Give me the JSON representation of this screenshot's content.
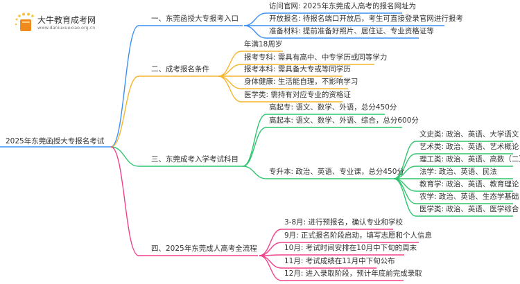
{
  "logo": {
    "title": "大牛教育成考网",
    "url": "www.daniuxuexiao.org.cn"
  },
  "root": "2025年东莞函授大专报名考试",
  "colors": {
    "b1": "#3b8ff5",
    "b2": "#f6b52b",
    "b3": "#2fc56f",
    "b4": "#f0418a"
  },
  "branches": [
    {
      "label": "一、东莞函授大专报考入口",
      "items": [
        "访问官网: 2025年东莞成人高考的报名网址为",
        "开放报名: 待报名端口开放后，考生可直接登录官网进行报考",
        "准备材料: 提前准备好照片、居住证、专业资格证等"
      ]
    },
    {
      "label": "二、成考报名条件",
      "items": [
        "年满18周岁",
        "报考专科: 需具有高中、中专学历或同等学力",
        "报考本科: 需具备大专或等同学历",
        "身体健康: 生活能自理，不影响学习",
        "医学类: 需持有对应专业的资格证"
      ]
    },
    {
      "label": "三、东莞成考入学考试科目",
      "items": [
        "高起专: 语文、数学、外语，总分450分",
        "高起本: 语文、数学、外语、综合，总分600分",
        "专升本: 政治、英语、专业课，总分450分"
      ],
      "sub": [
        "文史类: 政治、英语、大学语文",
        "艺术类: 政治、英语、艺术概论",
        "理工类: 政治、英语、高数（二）",
        "法学: 政治、英语、民法",
        "教育学: 政治、英语、教育理论",
        "农学: 政治、英语、生态学基础",
        "医学类: 政治、英语、医学综合"
      ]
    },
    {
      "label": "四、2025年东莞成人高考全流程",
      "items": [
        "3-8月: 进行预报名，确认专业和学校",
        "9月: 正式报名阶段启动，填写志愿和个人信息",
        "10月: 考试时间安排在10月中下旬的周末",
        "11月: 考试成绩在11月中下旬公布",
        "12月: 进入录取阶段，预计年底前完成录取"
      ]
    }
  ]
}
